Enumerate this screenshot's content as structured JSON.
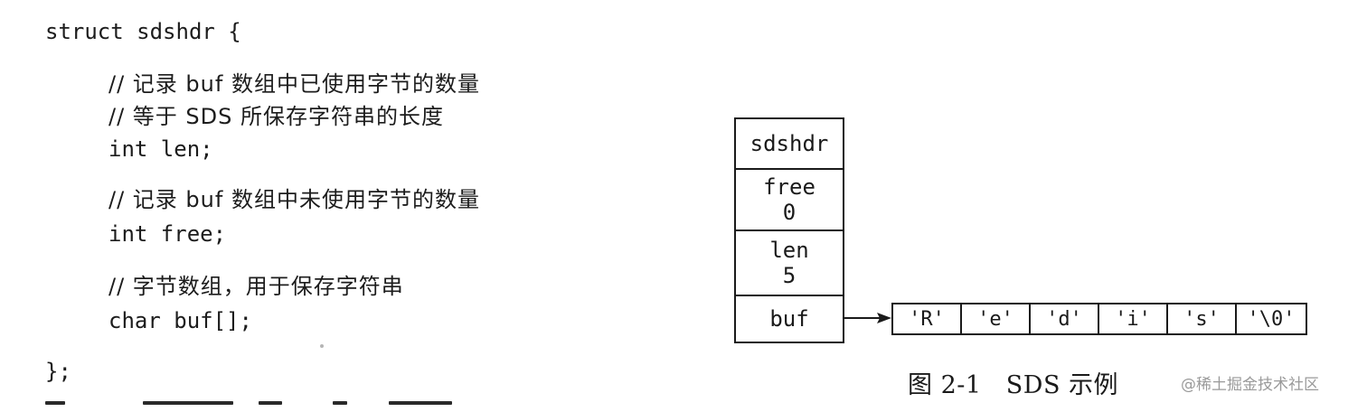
{
  "code": {
    "struct_open": "struct sdshdr {",
    "comment_len_1": "// 记录 buf 数组中已使用字节的数量",
    "comment_len_2": "// 等于 SDS 所保存字符串的长度",
    "field_len": "int len;",
    "comment_free": "// 记录 buf 数组中未使用字节的数量",
    "field_free": "int free;",
    "comment_buf": "// 字节数组，用于保存字符串",
    "field_buf": "char buf[];",
    "struct_close": "};"
  },
  "diagram": {
    "header": "sdshdr",
    "free_label": "free",
    "free_value": "0",
    "len_label": "len",
    "len_value": "5",
    "buf_label": "buf",
    "buffer_chars": [
      "'R'",
      "'e'",
      "'d'",
      "'i'",
      "'s'",
      "'\\0'"
    ],
    "caption": "图 2-1   SDS 示例"
  },
  "watermark": "@稀土掘金技术社区"
}
